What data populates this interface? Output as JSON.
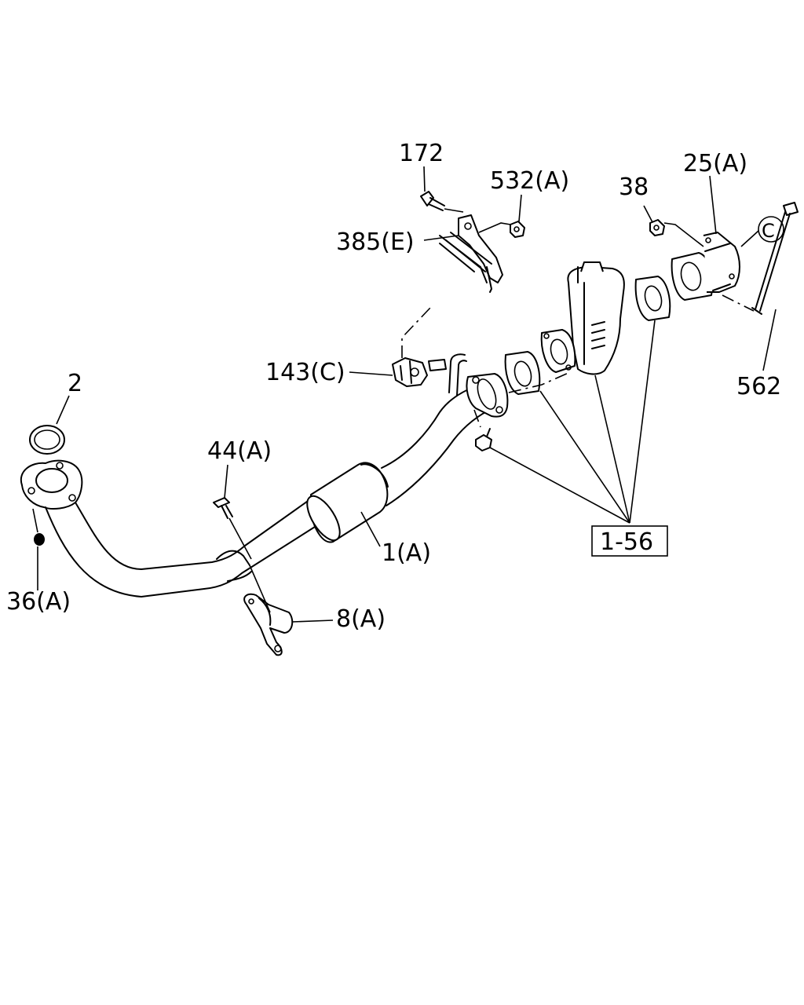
{
  "diagram": {
    "labels": {
      "p172": "172",
      "p532a": "532(A)",
      "p38": "38",
      "p25a": "25(A)",
      "pC": "C",
      "p385e": "385(E)",
      "p143c": "143(C)",
      "p562": "562",
      "p2": "2",
      "p44a": "44(A)",
      "p1a": "1(A)",
      "p156": "1-56",
      "p36a": "36(A)",
      "p8a": "8(A)"
    }
  }
}
